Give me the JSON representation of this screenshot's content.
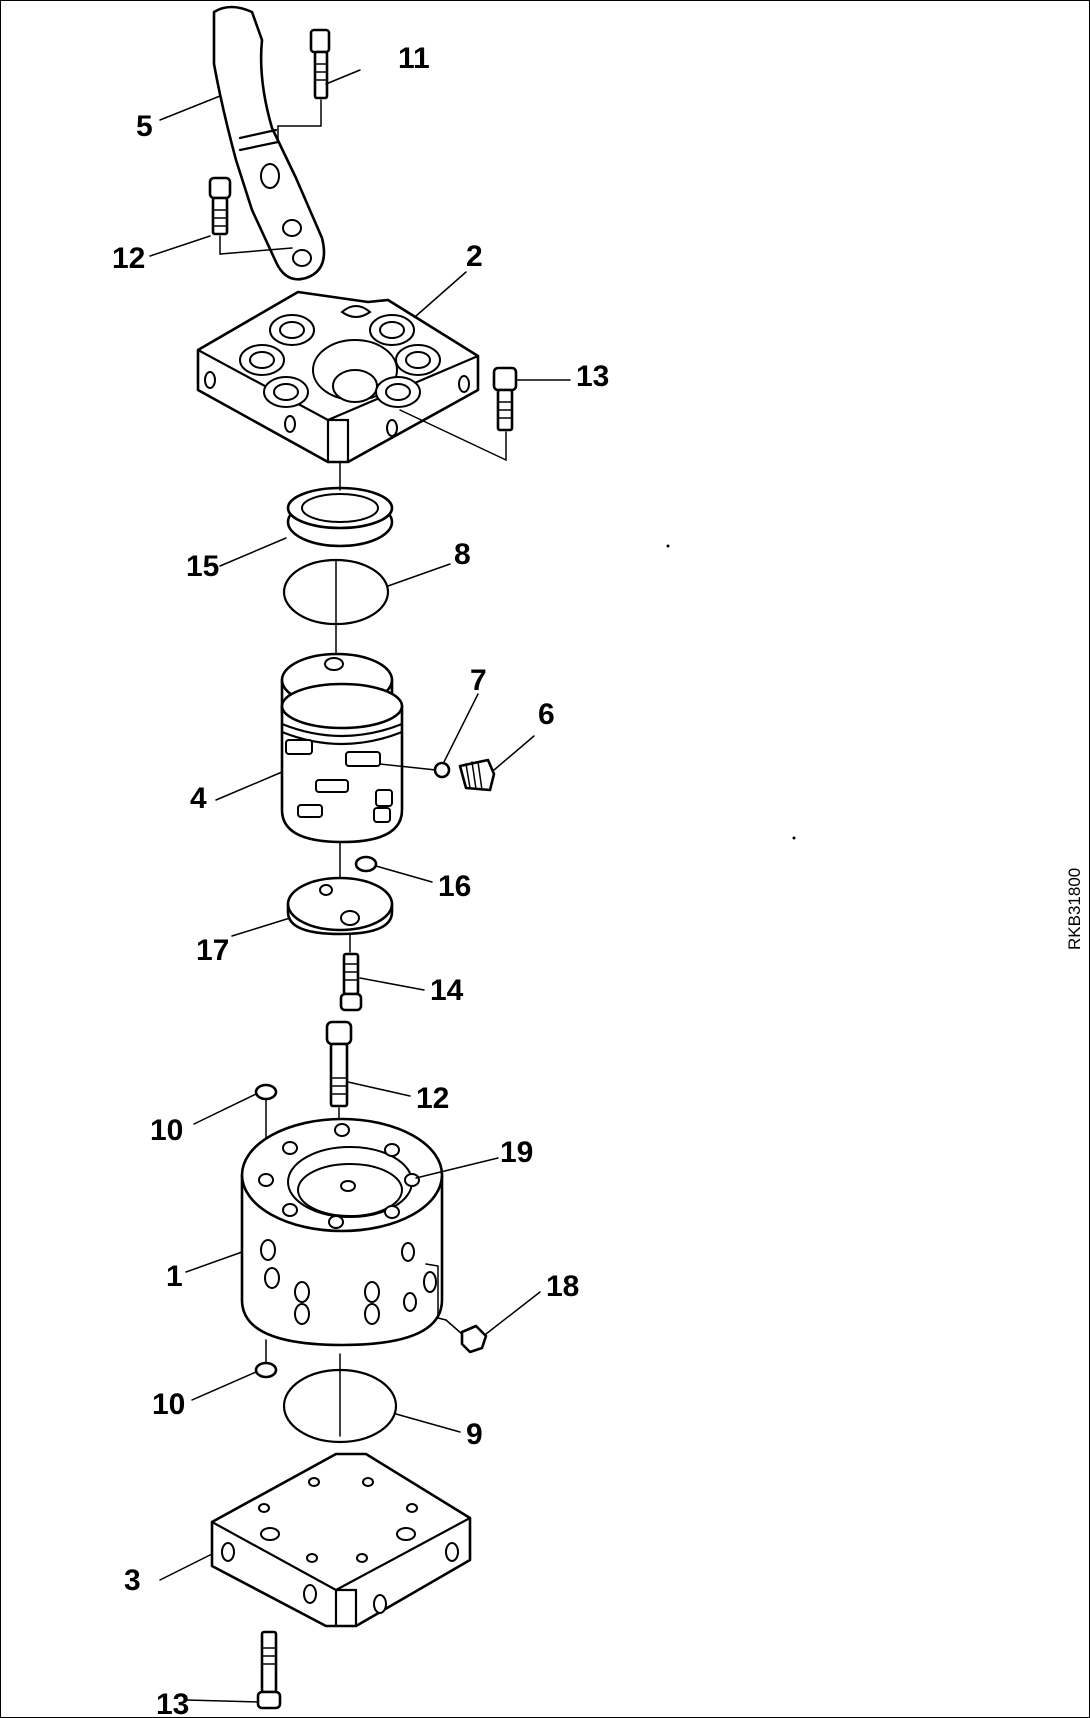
{
  "drawing_code": "RKB31800",
  "callouts": [
    {
      "id": "c1",
      "label": "1"
    },
    {
      "id": "c2",
      "label": "2"
    },
    {
      "id": "c3",
      "label": "3"
    },
    {
      "id": "c4",
      "label": "4"
    },
    {
      "id": "c5",
      "label": "5"
    },
    {
      "id": "c6",
      "label": "6"
    },
    {
      "id": "c7",
      "label": "7"
    },
    {
      "id": "c8",
      "label": "8"
    },
    {
      "id": "c9",
      "label": "9"
    },
    {
      "id": "c10a",
      "label": "10"
    },
    {
      "id": "c10b",
      "label": "10"
    },
    {
      "id": "c11",
      "label": "11"
    },
    {
      "id": "c12a",
      "label": "12"
    },
    {
      "id": "c12b",
      "label": "12"
    },
    {
      "id": "c13a",
      "label": "13"
    },
    {
      "id": "c13b",
      "label": "13"
    },
    {
      "id": "c14",
      "label": "14"
    },
    {
      "id": "c15",
      "label": "15"
    },
    {
      "id": "c16",
      "label": "16"
    },
    {
      "id": "c17",
      "label": "17"
    },
    {
      "id": "c18",
      "label": "18"
    },
    {
      "id": "c19",
      "label": "19"
    }
  ]
}
